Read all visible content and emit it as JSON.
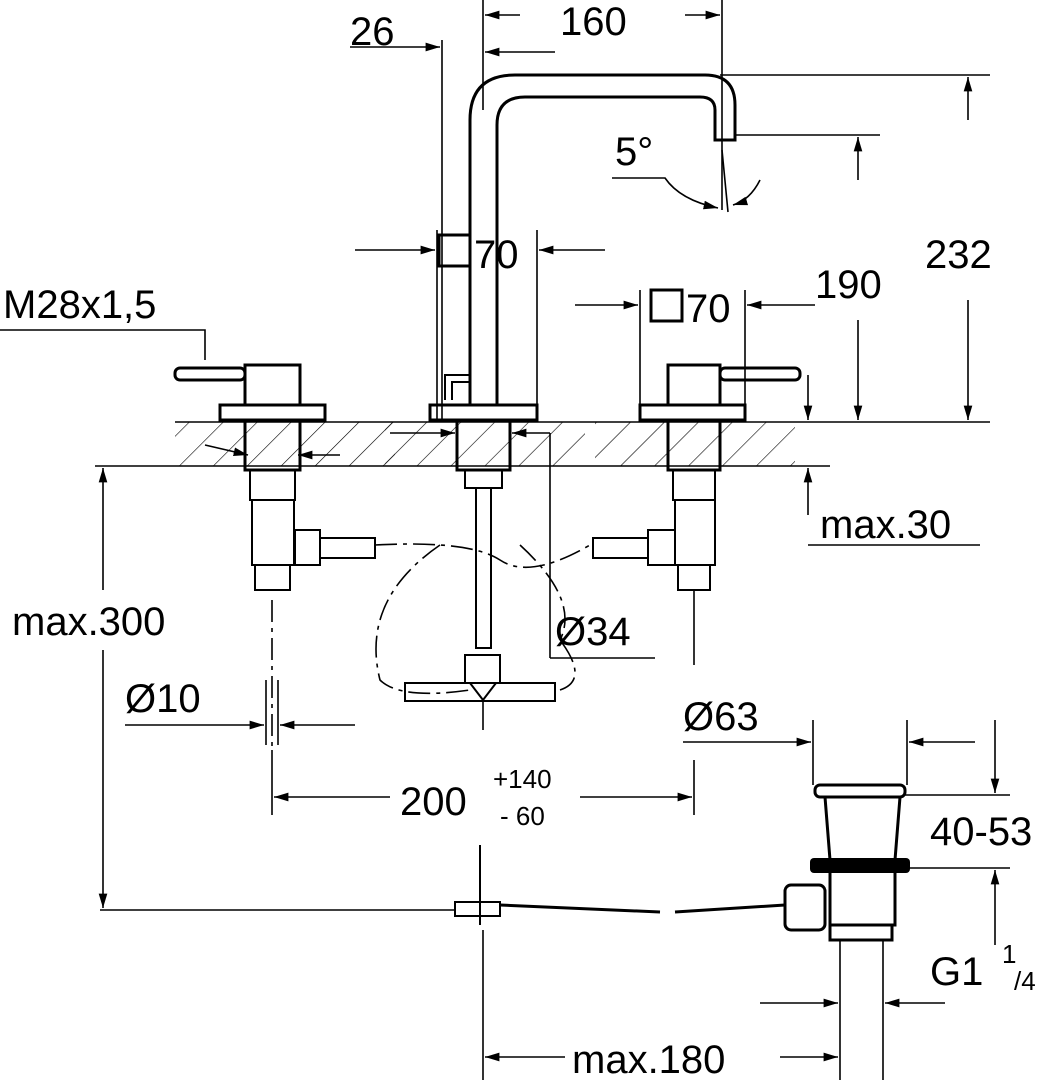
{
  "title": "Three-hole basin mixer dimension drawing",
  "dimensions": {
    "handle_offset": "26",
    "spout_reach": "160",
    "spout_angle": "5°",
    "square_symbol": "□",
    "spout_base_size": "70",
    "handle_base_size": "70",
    "total_height": "232",
    "spout_height": "190",
    "thread": "M28x1,5",
    "max_deck_thickness": "max.30",
    "max_hose_length": "max.300",
    "shank_diameter": "Ø34",
    "supply_diameter": "Ø10",
    "drain_diameter": "Ø63",
    "handle_spacing": "200",
    "handle_spacing_plus": "+140",
    "handle_spacing_minus": "- 60",
    "drain_range": "40-53",
    "drain_thread": "G1",
    "drain_thread_num": "1",
    "drain_thread_den": "/4",
    "max_pop_up_rod": "max.180"
  }
}
